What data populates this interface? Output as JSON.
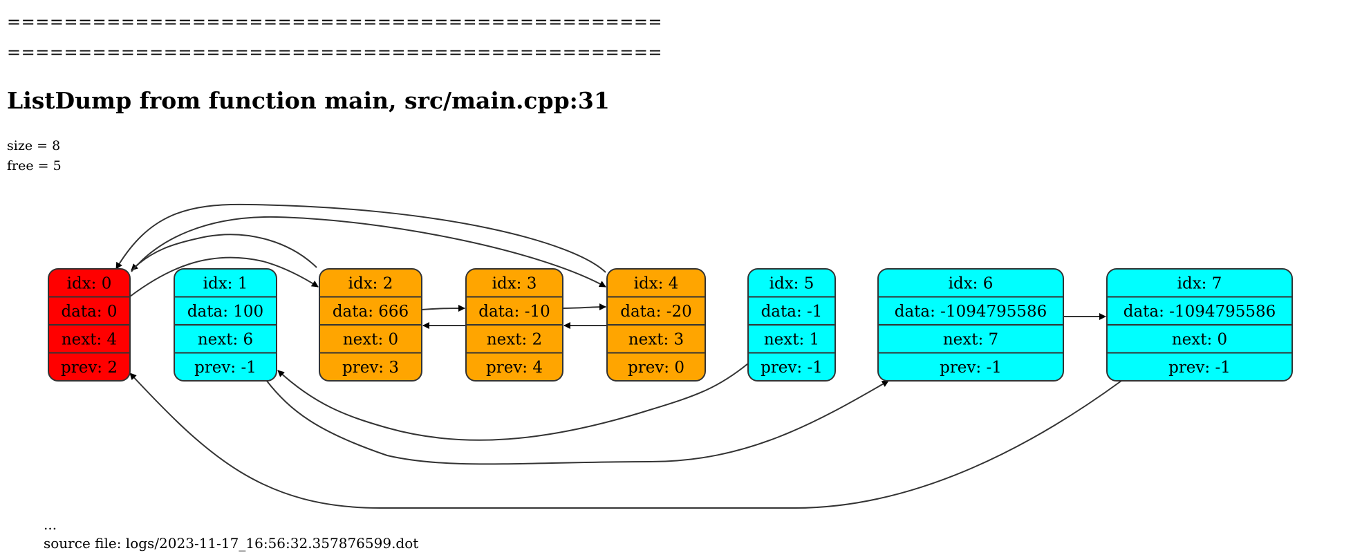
{
  "header": {
    "separator_1": "==============================================",
    "separator_2": "==============================================",
    "title": "ListDump from function main, src/main.cpp:31",
    "size_line": "size = 8",
    "free_line": "free = 5"
  },
  "colors": {
    "head": "#ff0000",
    "used": "#ffa500",
    "free": "#00ffff",
    "stroke": "#333333"
  },
  "nodes": [
    {
      "idx": "idx: 0",
      "data": "data: 0",
      "next": "next: 4",
      "prev": "prev: 2",
      "color": "head"
    },
    {
      "idx": "idx: 1",
      "data": "data: 100",
      "next": "next: 6",
      "prev": "prev: -1",
      "color": "free"
    },
    {
      "idx": "idx: 2",
      "data": "data: 666",
      "next": "next: 0",
      "prev": "prev: 3",
      "color": "used"
    },
    {
      "idx": "idx: 3",
      "data": "data: -10",
      "next": "next: 2",
      "prev": "prev: 4",
      "color": "used"
    },
    {
      "idx": "idx: 4",
      "data": "data: -20",
      "next": "next: 3",
      "prev": "prev: 0",
      "color": "used"
    },
    {
      "idx": "idx: 5",
      "data": "data: -1",
      "next": "next: 1",
      "prev": "prev: -1",
      "color": "free"
    },
    {
      "idx": "idx: 6",
      "data": "data: -1094795586",
      "next": "next: 7",
      "prev": "prev: -1",
      "color": "free"
    },
    {
      "idx": "idx: 7",
      "data": "data: -1094795586",
      "next": "next: 0",
      "prev": "prev: -1",
      "color": "free"
    }
  ],
  "edges": [
    {
      "from": 0,
      "to": 2,
      "kind": "next"
    },
    {
      "from": 2,
      "to": 0,
      "kind": "next"
    },
    {
      "from": 4,
      "to": 0,
      "kind": "prev"
    },
    {
      "from": 0,
      "to": 4,
      "kind": "prev"
    },
    {
      "from": 2,
      "to": 3,
      "kind": "data"
    },
    {
      "from": 3,
      "to": 4,
      "kind": "data"
    },
    {
      "from": 4,
      "to": 3,
      "kind": "data"
    },
    {
      "from": 3,
      "to": 2,
      "kind": "data"
    },
    {
      "from": 6,
      "to": 7,
      "kind": "data"
    },
    {
      "from": 5,
      "to": 1,
      "kind": "free"
    },
    {
      "from": 1,
      "to": 6,
      "kind": "free"
    },
    {
      "from": 7,
      "to": 0,
      "kind": "free"
    }
  ],
  "footer": {
    "ellipsis": "...",
    "source": "source file: logs/2023-11-17_16:56:32.357876599.dot"
  }
}
